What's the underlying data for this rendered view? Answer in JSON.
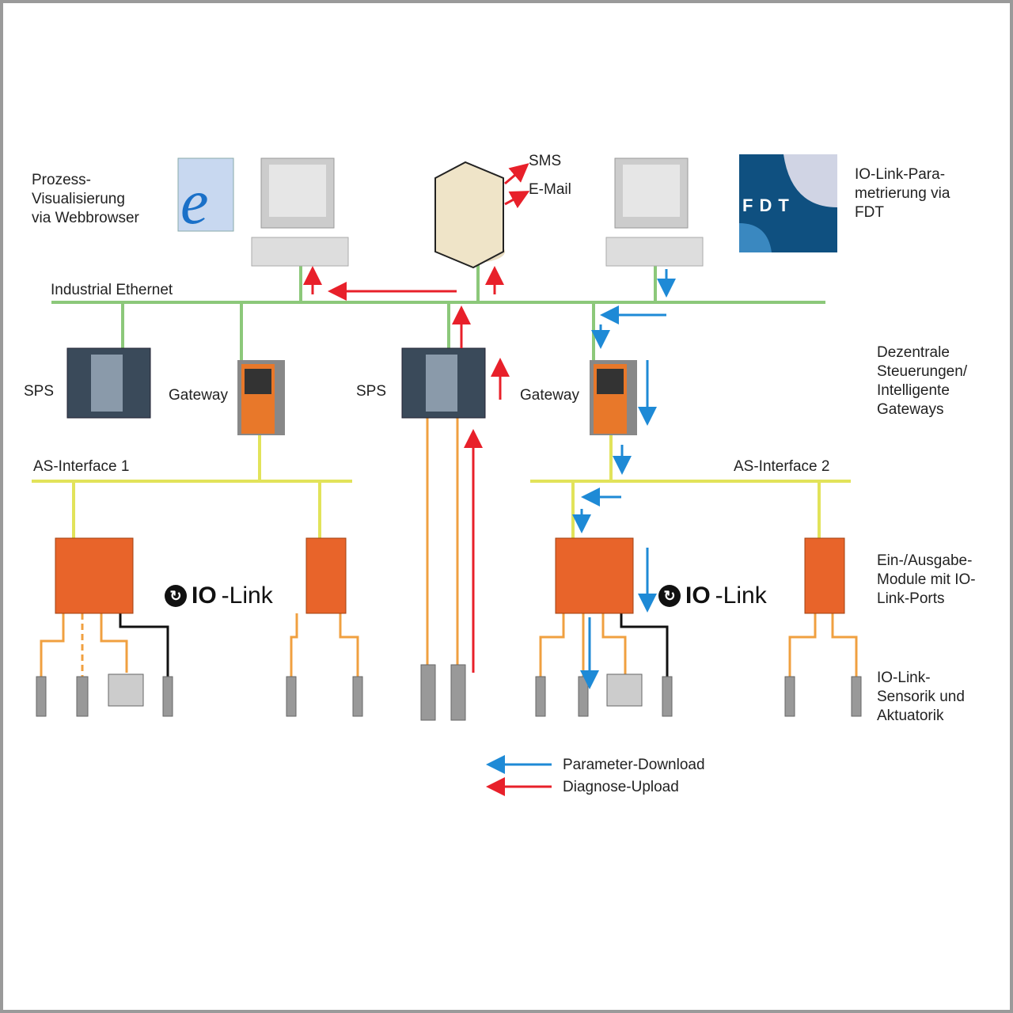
{
  "colors": {
    "ethernet": "#8cc87a",
    "as_interface": "#e2e35a",
    "cable": "#f0a040",
    "diagnose": "#e8202a",
    "parameter": "#1e8ad6",
    "module": "#e8642a"
  },
  "labels": {
    "web": "Prozess-\nVisualisierung\nvia Webbrowser",
    "sms": "SMS",
    "email": "E-Mail",
    "fdt_desc": "IO-Link-Para-\nmetrierung via\nFDT",
    "fdt_logo": "FDT",
    "ethernet": "Industrial Ethernet",
    "sps1": "SPS",
    "gateway1": "Gateway",
    "sps2": "SPS",
    "gateway2": "Gateway",
    "dezentral": "Dezentrale\nSteuerungen/\nIntelligente\nGateways",
    "asi1": "AS-Interface 1",
    "asi2": "AS-Interface 2",
    "module_desc": "Ein-/Ausgabe-\nModule mit IO-\nLink-Ports",
    "sensor_desc": "IO-Link-\nSensorik und\nAktuatorik",
    "iolink_io": "IO",
    "iolink_link": "-Link"
  },
  "legend": [
    {
      "label": "Parameter-Download",
      "color": "#1e8ad6"
    },
    {
      "label": "Diagnose-Upload",
      "color": "#e8202a"
    }
  ]
}
